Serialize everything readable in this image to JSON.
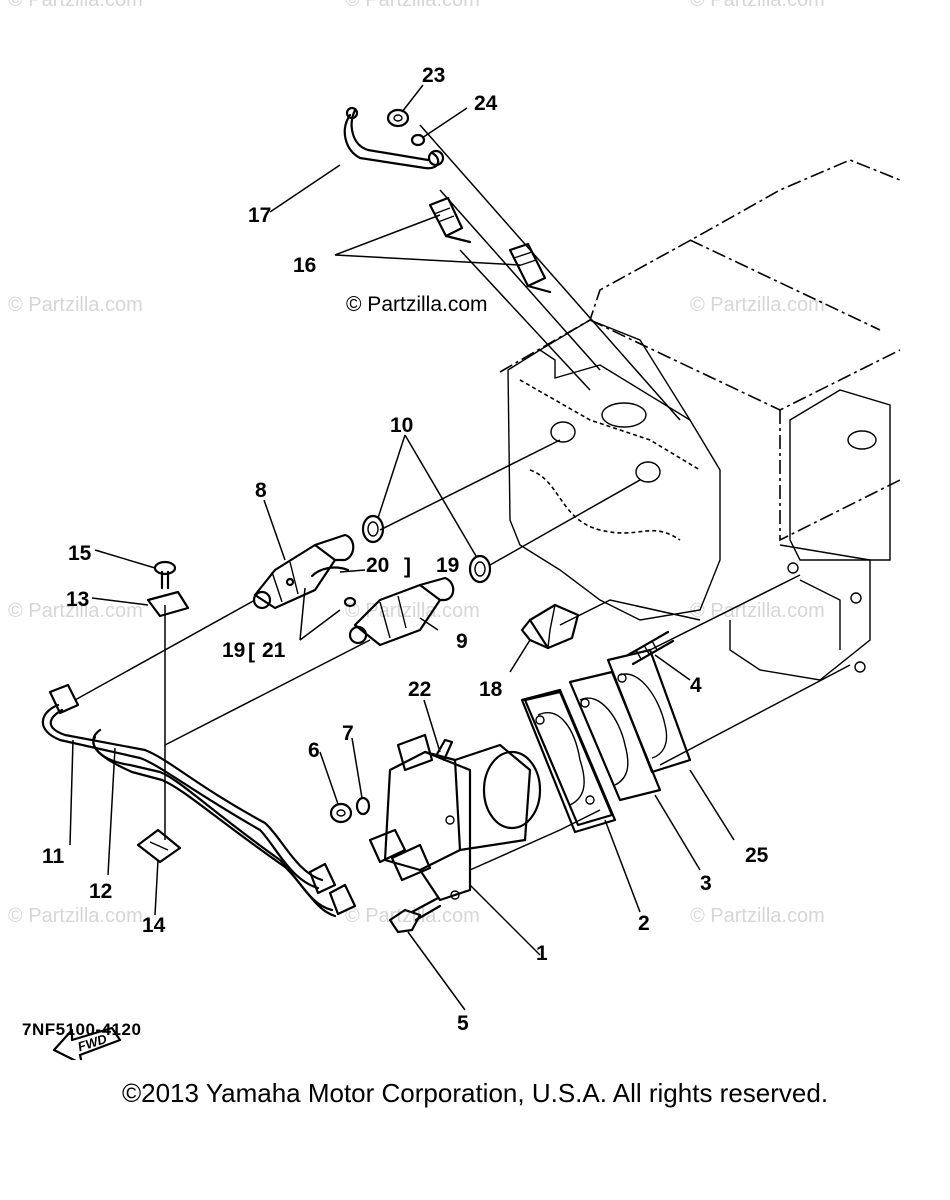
{
  "watermarks": {
    "text": "© Partzilla.com",
    "center_text": "© Partzilla.com"
  },
  "callouts": {
    "c1": "1",
    "c2": "2",
    "c3": "3",
    "c4": "4",
    "c5": "5",
    "c6": "6",
    "c7": "7",
    "c8": "8",
    "c9": "9",
    "c10": "10",
    "c11": "11",
    "c12": "12",
    "c13": "13",
    "c14": "14",
    "c15": "15",
    "c16": "16",
    "c17": "17",
    "c18": "18",
    "c19a": "19",
    "c19b": "19",
    "c20": "20",
    "c21": "21",
    "c22": "22",
    "c23": "23",
    "c24": "24",
    "c25": "25"
  },
  "fwd_label": "FWD",
  "drawing_code": "7NF5100-4120",
  "copyright": "©2013 Yamaha Motor Corporation, U.S.A. All rights reserved.",
  "colors": {
    "line": "#000000",
    "watermark": "#d6d6d6",
    "background": "#ffffff"
  }
}
